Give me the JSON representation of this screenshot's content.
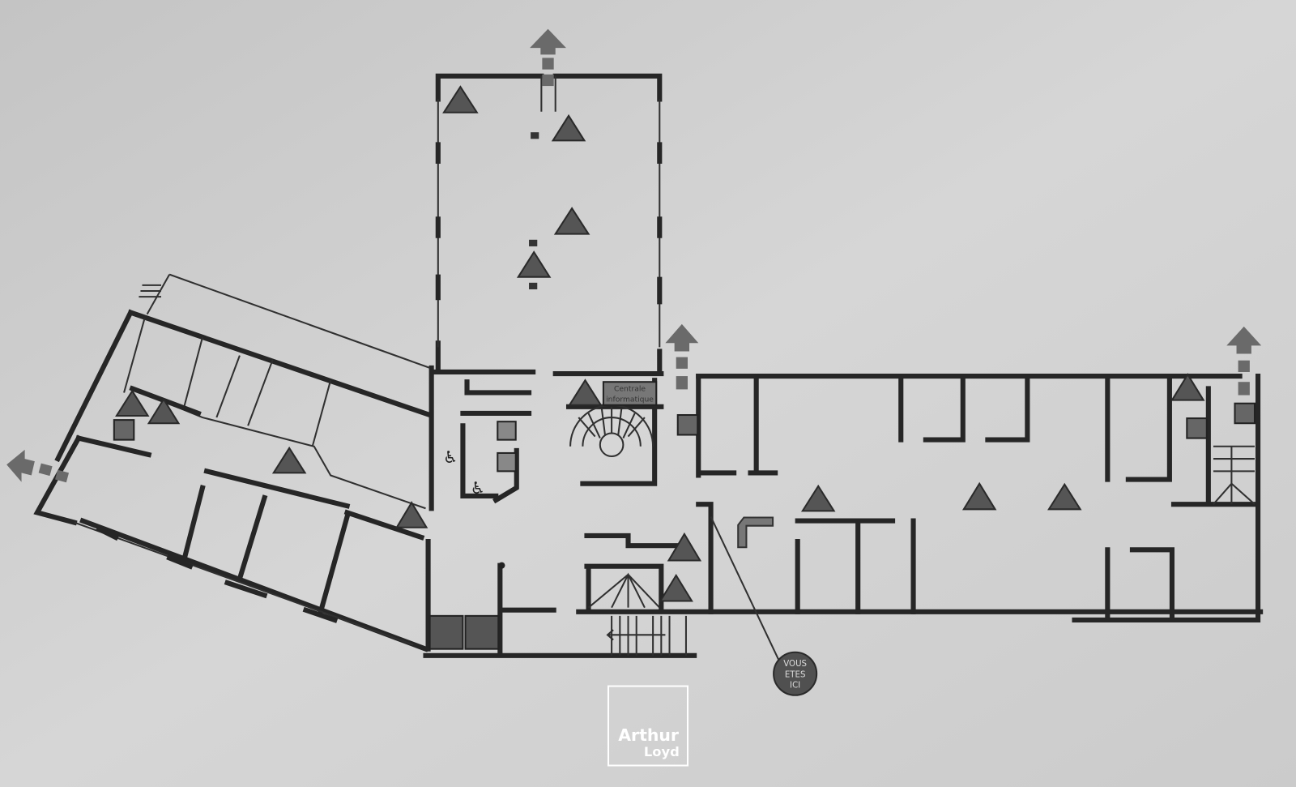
{
  "plan": {
    "server_room_label_line1": "Centrale",
    "server_room_label_line2": "informatique",
    "you_are_here_line1": "VOUS",
    "you_are_here_line2": "ETES",
    "you_are_here_line3": "ICI",
    "logo_line1": "Arthur",
    "logo_line2": "Loyd",
    "icons": [
      "exit-arrow-icon",
      "fire-extinguisher-icon",
      "alarm-triangle-icon",
      "wheelchair-icon",
      "restroom-icon",
      "elevator-icon",
      "fire-hose-icon"
    ],
    "colors": {
      "background": "#cfcfcf",
      "walls": "#262626",
      "markers": "#555555",
      "exit_arrows": "#6a6a6a"
    }
  }
}
